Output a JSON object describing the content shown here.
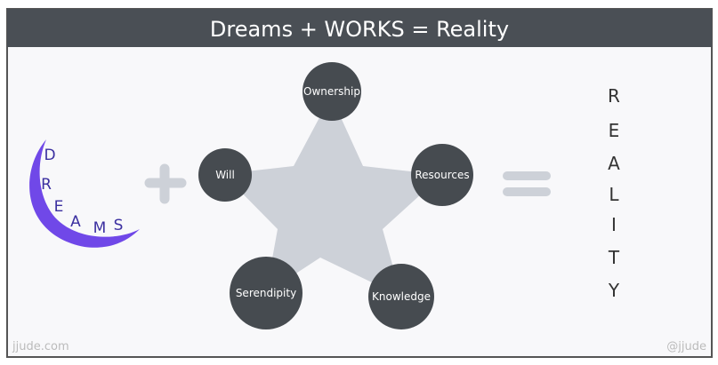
{
  "title": "Dreams + WORKS = Reality",
  "dreams_letters": [
    "D",
    "R",
    "E",
    "A",
    "M",
    "S"
  ],
  "plus_symbol": "+",
  "equals_symbol": "=",
  "works": [
    "Ownership",
    "Resources",
    "Knowledge",
    "Serendipity",
    "Will"
  ],
  "reality_letters": [
    "R",
    "E",
    "A",
    "L",
    "I",
    "T",
    "Y"
  ],
  "footer_left": "jjude.com",
  "footer_right": "@jjude",
  "colors": {
    "header": "#4a4f55",
    "circle": "#464b50",
    "star": "#cdd1d8",
    "moon": "#7048e8",
    "bg": "#f8f8fa"
  }
}
